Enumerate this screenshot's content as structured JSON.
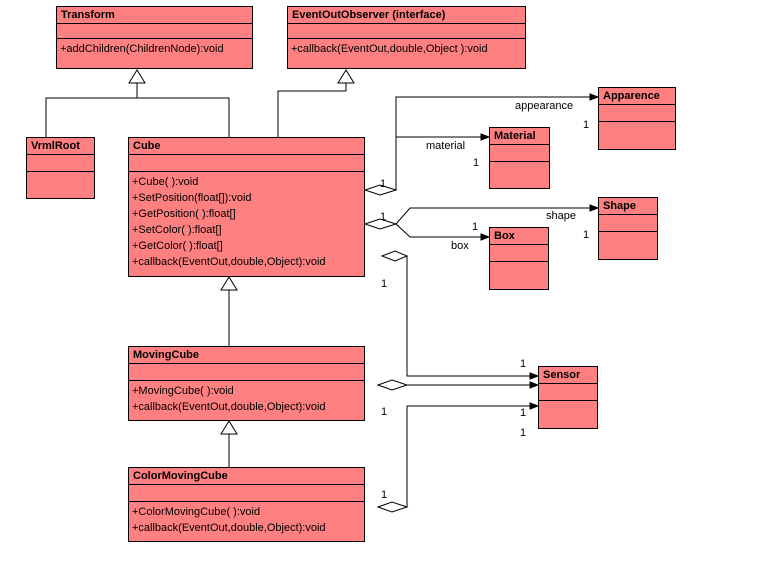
{
  "classes": {
    "transform": {
      "name": "Transform",
      "ops": [
        "+addChildren(ChildrenNode):void"
      ]
    },
    "observer": {
      "name": "EventOutObserver (interface)",
      "ops": [
        "+callback(EventOut,double,Object ):void"
      ]
    },
    "vrmlroot": {
      "name": "VrmlRoot"
    },
    "cube": {
      "name": "Cube",
      "ops": [
        "+Cube( ):void",
        "+SetPosition(float[]):void",
        "+GetPosition( ):float[]",
        "+SetColor( ):float[]",
        "+GetColor( ):float[]",
        "+callback(EventOut,double,Object):void"
      ]
    },
    "apparence": {
      "name": "Apparence"
    },
    "material": {
      "name": "Material"
    },
    "shape": {
      "name": "Shape"
    },
    "box": {
      "name": "Box"
    },
    "movingcube": {
      "name": "MovingCube",
      "ops": [
        "+MovingCube( ):void",
        "+callback(EventOut,double,Object):void"
      ]
    },
    "sensor": {
      "name": "Sensor"
    },
    "colormovingcube": {
      "name": "ColorMovingCube",
      "ops": [
        "+ColorMovingCube( ):void",
        "+callback(EventOut,double,Object):void"
      ]
    }
  },
  "labels": {
    "appearance": "appearance",
    "material": "material",
    "shape": "shape",
    "box": "box",
    "one": "1"
  }
}
